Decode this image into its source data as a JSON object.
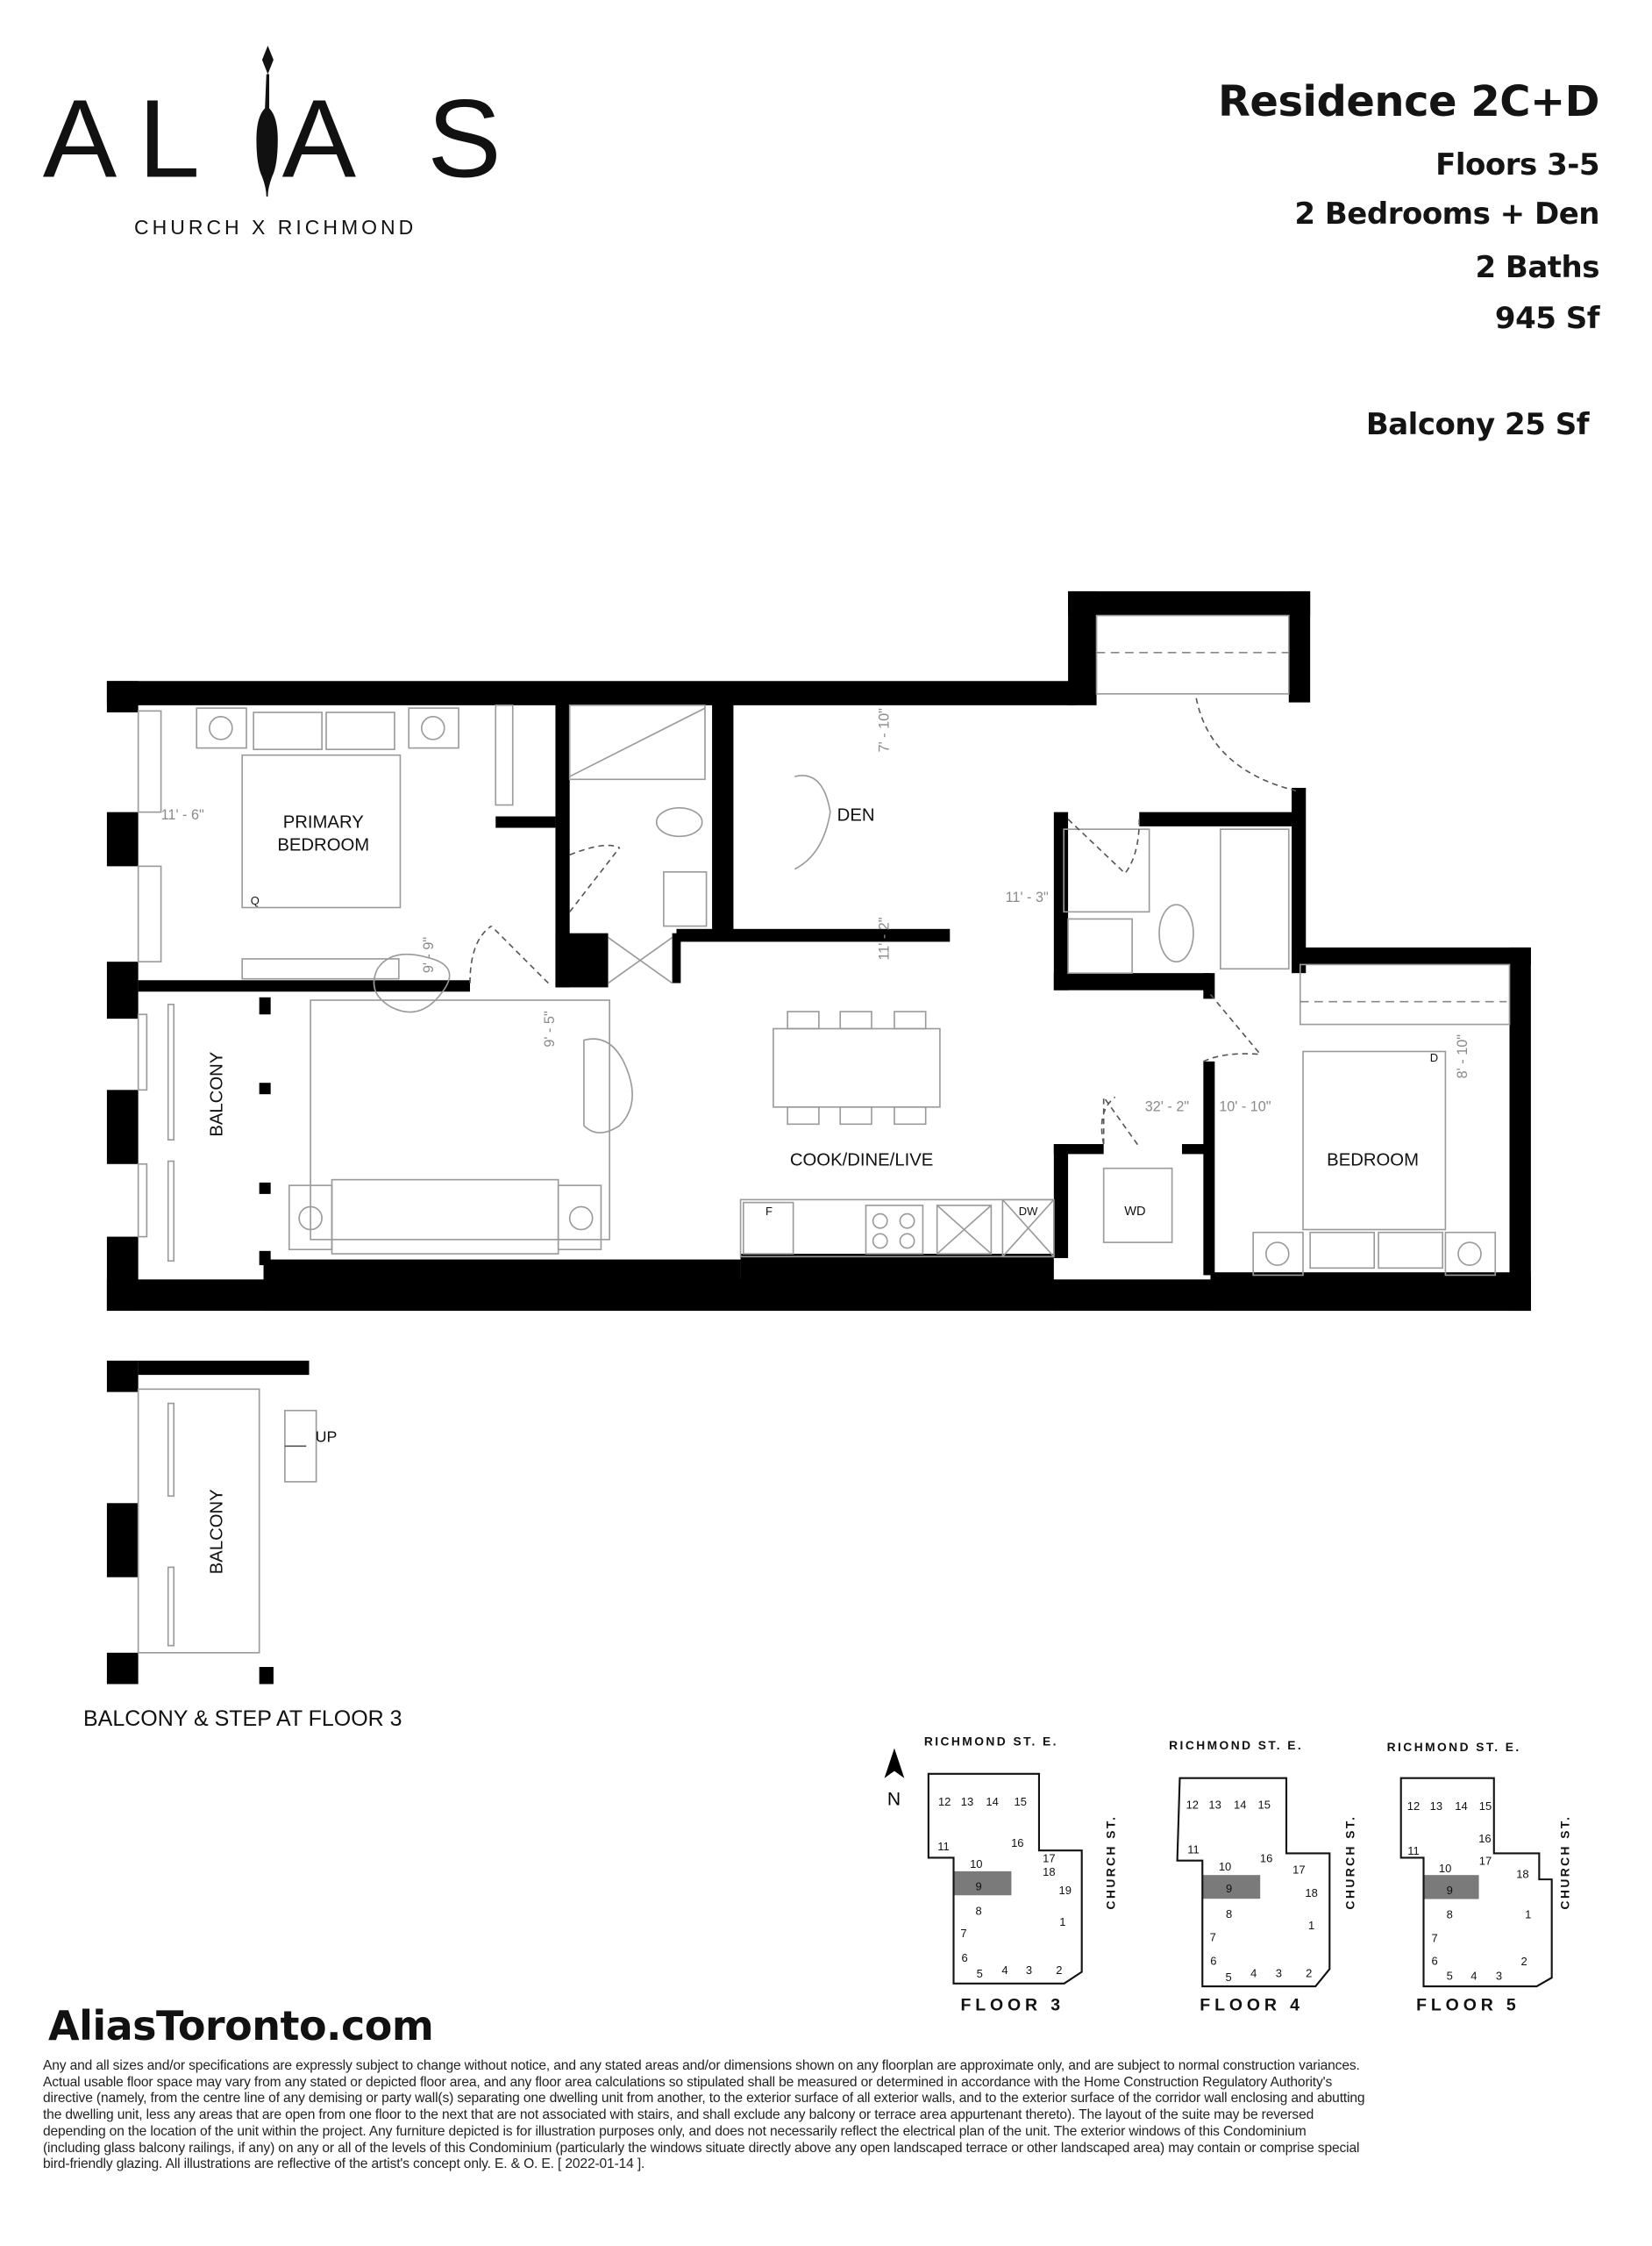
{
  "logo": {
    "wordmark": "ALIAS",
    "tagline": "CHURCH X RICHMOND"
  },
  "residence": {
    "title": "Residence 2C+D",
    "floors": "Floors 3-5",
    "bedrooms": "2 Bedrooms + Den",
    "baths": "2 Baths",
    "area": "945 Sf",
    "balcony": "Balcony 25 Sf"
  },
  "plan": {
    "rooms": {
      "primary_bedroom_1": "PRIMARY",
      "primary_bedroom_2": "BEDROOM",
      "den": "DEN",
      "cook_dine_live": "COOK/DINE/LIVE",
      "bedroom": "BEDROOM",
      "balcony": "BALCONY"
    },
    "fixtures": {
      "fridge": "F",
      "dishwasher": "DW",
      "washer_dryer": "WD",
      "queen_bed": "Q",
      "double_bed": "D"
    },
    "dimensions": {
      "primary_width": "11' - 6\"",
      "den_height": "7' - 10\"",
      "bath_width": "11' - 3\"",
      "living_height_1": "11' - 2\"",
      "primary_depth": "9' - 9\"",
      "living_width": "9' - 5\"",
      "living_length": "32' - 2\"",
      "bedroom_width": "10' - 10\"",
      "bedroom_depth": "8' - 10\""
    },
    "step_balcony_label": "BALCONY",
    "step_label": "UP",
    "step_caption": "BALCONY & STEP AT FLOOR 3"
  },
  "key_plans": {
    "north_label": "N",
    "street_north": "RICHMOND ST. E.",
    "street_east": "CHURCH ST.",
    "highlight_unit": "9",
    "highlight_color": "#7a7a7a",
    "floors": [
      {
        "label": "FLOOR 3",
        "units": [
          "12",
          "13",
          "14",
          "15",
          "11",
          "16",
          "10",
          "17",
          "18",
          "9",
          "19",
          "8",
          "1",
          "7",
          "6",
          "5",
          "4",
          "3",
          "2"
        ]
      },
      {
        "label": "FLOOR 4",
        "units": [
          "12",
          "13",
          "14",
          "15",
          "11",
          "16",
          "10",
          "17",
          "9",
          "18",
          "8",
          "1",
          "7",
          "6",
          "5",
          "4",
          "3",
          "2"
        ]
      },
      {
        "label": "FLOOR 5",
        "units": [
          "12",
          "13",
          "14",
          "15",
          "11",
          "16",
          "10",
          "17",
          "18",
          "9",
          "8",
          "1",
          "7",
          "6",
          "5",
          "4",
          "3",
          "2"
        ]
      }
    ]
  },
  "footer": {
    "website": "AliasToronto.com",
    "disclaimer_lines": [
      "Any and all sizes and/or specifications are expressly subject to change without notice, and any stated areas and/or dimensions shown on any floorplan are approximate only, and are subject to normal construction variances.",
      "Actual usable floor space may vary from any stated or depicted floor area, and any floor area calculations so stipulated shall be measured or determined in accordance with the Home Construction Regulatory Authority's",
      "directive (namely, from the centre line of any demising or party wall(s) separating one dwelling unit from another, to the exterior surface of all exterior walls, and to the exterior surface of the corridor wall enclosing and abutting",
      "the dwelling unit, less any areas that are open from one floor to the next that are not associated with stairs, and shall exclude any balcony or terrace area appurtenant thereto). The layout of the suite may be reversed",
      "depending on the location of the unit within the project. Any furniture depicted is for illustration purposes only, and does not necessarily reflect the electrical plan of the unit. The exterior windows of this Condominium",
      "(including glass balcony railings, if any) on any or all of the levels of this Condominium (particularly the windows situate directly above any open landscaped terrace or other landscaped area) may contain or comprise special",
      "bird-friendly glazing. All illustrations are reflective of the artist's concept only. E. & O. E. [ 2022-01-14 ]."
    ]
  }
}
